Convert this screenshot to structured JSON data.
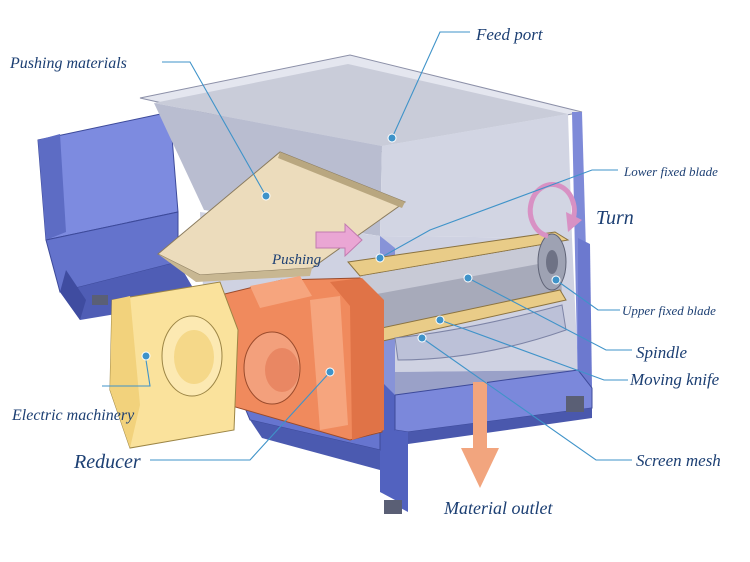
{
  "labels": {
    "feed_port": "Feed port",
    "pushing_materials": "Pushing materials",
    "lower_fixed_blade": "Lower fixed blade",
    "turn": "Turn",
    "pushing": "Pushing",
    "upper_fixed_blade": "Upper fixed blade",
    "spindle": "Spindle",
    "moving_knife": "Moving knife",
    "electric_machinery": "Electric machinery",
    "reducer": "Reducer",
    "screen_mesh": "Screen mesh",
    "material_outlet": "Material outlet"
  },
  "colors": {
    "body_blue": "#6f7fd6",
    "body_dark": "#4b5cb8",
    "inner_gray": "#d6d9ea",
    "pusher_tan": "#e8d9b8",
    "reducer_orange": "#f08a5d",
    "motor_yellow": "#f9e29c",
    "arrow_pink": "#e9a6d3",
    "outlet_orange": "#f2a57e",
    "label_text": "#1c3f73",
    "leader_line": "#3f93c9"
  }
}
